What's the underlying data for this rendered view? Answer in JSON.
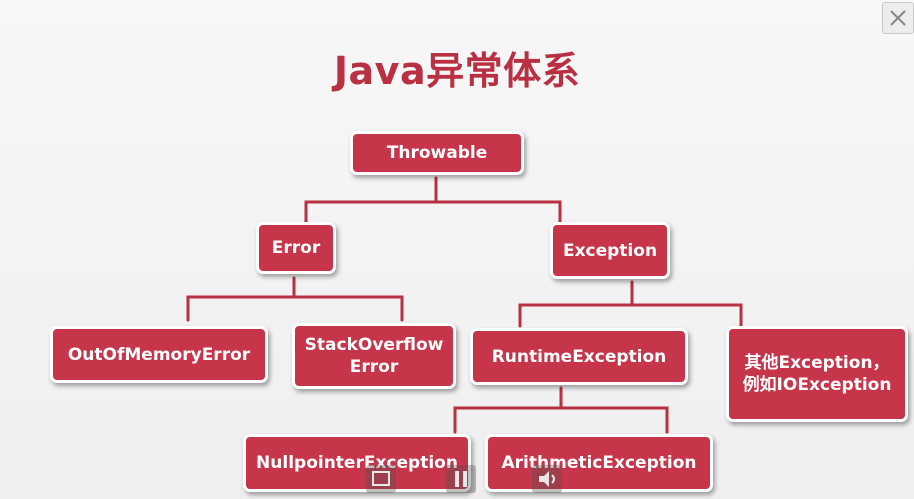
{
  "title": "Java异常体系",
  "nodes": {
    "throwable": "Throwable",
    "error": "Error",
    "exception": "Exception",
    "out_of_memory": "OutOfMemoryError",
    "stack_overflow_1": "StackOverflow",
    "stack_overflow_2": "Error",
    "runtime": "RuntimeException",
    "other_1": "其他Exception，",
    "other_2": "例如IOException",
    "nullpointer": "NullpointerException",
    "arithmetic": "ArithmeticException"
  },
  "colors": {
    "title": "#b83042",
    "node_fill": "#c7354a",
    "connector": "#b83042"
  },
  "icons": {
    "close": "close-icon",
    "screen": "screen-icon",
    "pause": "pause-icon",
    "volume": "volume-icon"
  }
}
